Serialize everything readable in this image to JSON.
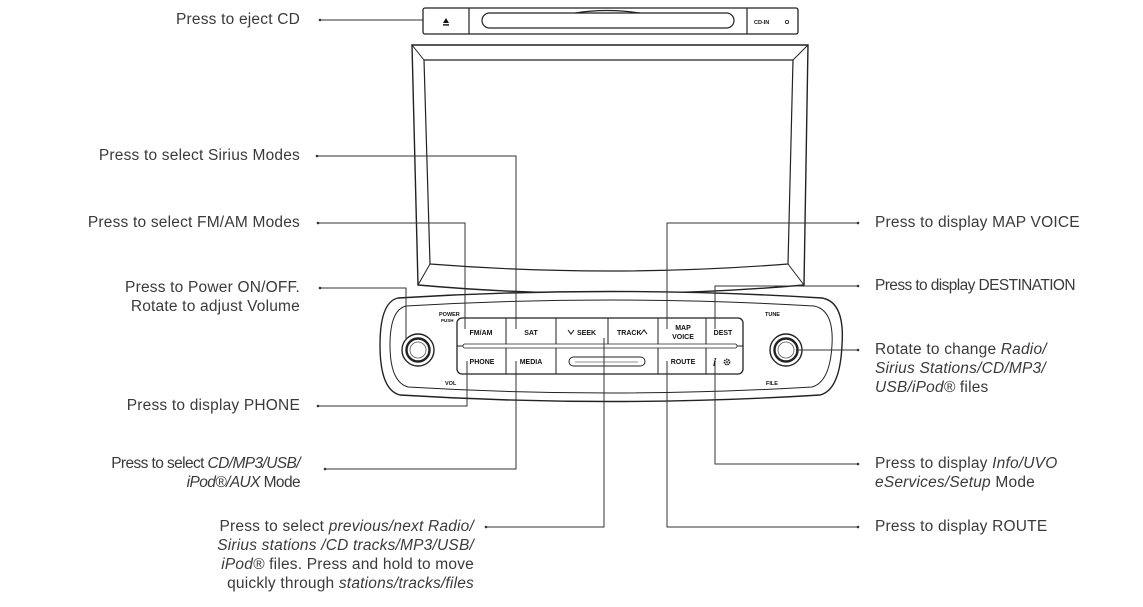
{
  "unit_labels": {
    "cd_in": "CD-IN",
    "power": "POWER",
    "push": "PUSH",
    "vol": "VOL",
    "tune": "TUNE",
    "file": "FILE"
  },
  "buttons": {
    "fm_am": "FM/AM",
    "sat": "SAT",
    "seek": "SEEK",
    "track": "TRACK",
    "map": "MAP",
    "voice": "VOICE",
    "dest": "DEST",
    "phone": "PHONE",
    "media": "MEDIA",
    "route": "ROUTE",
    "info": "i"
  },
  "callouts": {
    "eject": "Press to eject CD",
    "sirius": "Press to select Sirius Modes",
    "fmam": "Press to select FM/AM Modes",
    "power_1": "Press to Power ON/OFF.",
    "power_2": "Rotate to adjust Volume",
    "phone": "Press to display PHONE",
    "media_1a": "Press to select ",
    "media_1b": "CD/MP3/USB/",
    "media_2a": "iPod®/AUX",
    "media_2b": " Mode",
    "seek_1a": "Press to select ",
    "seek_1b": "previous/next Radio/",
    "seek_2": "Sirius stations /CD tracks/MP3/USB/",
    "seek_3a": "iPod®",
    "seek_3b": " files. Press and hold to move",
    "seek_4a": "quickly through ",
    "seek_4b": "stations/tracks/files",
    "map_voice": "Press to display MAP VOICE",
    "destination": "Press to display DESTINATION",
    "tune_1a": "Rotate to change ",
    "tune_1b": "Radio/",
    "tune_2": "Sirius Stations/CD/MP3/",
    "tune_3a": "USB/iPod®",
    "tune_3b": " files",
    "info_1a": "Press to display ",
    "info_1b": "Info/UVO",
    "info_2a": "eServices/Setup",
    "info_2b": " Mode",
    "route": "Press to display ROUTE"
  }
}
